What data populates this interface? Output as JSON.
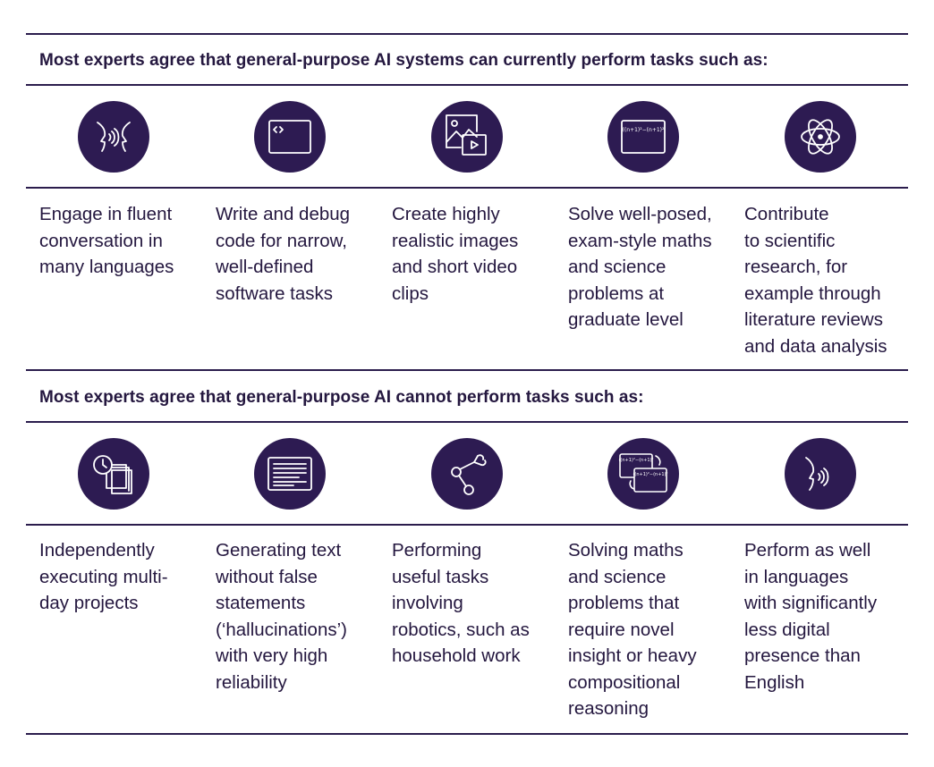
{
  "can": {
    "heading": "Most experts agree that general-purpose AI systems can currently perform tasks such as:",
    "items": [
      {
        "icon": "speech-icon",
        "lines": [
          "Engage in fluent",
          "conversation in",
          "many languages"
        ]
      },
      {
        "icon": "code-window-icon",
        "lines": [
          "Write and debug",
          "code for narrow,",
          "well-defined",
          "software tasks"
        ]
      },
      {
        "icon": "image-video-icon",
        "lines": [
          "Create highly",
          "realistic images",
          "and short video",
          "clips"
        ]
      },
      {
        "icon": "equation-window-icon",
        "lines": [
          "Solve well-posed,",
          "exam-style maths",
          "and science",
          "problems at",
          "graduate level"
        ]
      },
      {
        "icon": "atom-icon",
        "lines": [
          "Contribute",
          "to scientific",
          "research, for",
          "example through",
          "literature reviews",
          "and data analysis"
        ]
      }
    ]
  },
  "cannot": {
    "heading": "Most experts agree that general-purpose AI cannot perform tasks such as:",
    "items": [
      {
        "icon": "clock-pages-icon",
        "lines": [
          "Independently",
          "executing multi-",
          "day projects"
        ]
      },
      {
        "icon": "text-document-icon",
        "lines": [
          "Generating text",
          "without false",
          "statements",
          "(‘hallucinations’)",
          "with very high",
          "reliability"
        ]
      },
      {
        "icon": "robot-arm-icon",
        "lines": [
          "Performing",
          "useful tasks",
          "involving",
          "robotics, such as",
          "household work"
        ]
      },
      {
        "icon": "stacked-equations-icon",
        "lines": [
          "Solving maths",
          "and science",
          "problems that",
          "require novel",
          "insight or heavy",
          "compositional",
          "reasoning"
        ]
      },
      {
        "icon": "speaking-head-icon",
        "lines": [
          "Perform as well",
          "in languages",
          "with significantly",
          "less digital",
          "presence than",
          "English"
        ]
      }
    ]
  }
}
